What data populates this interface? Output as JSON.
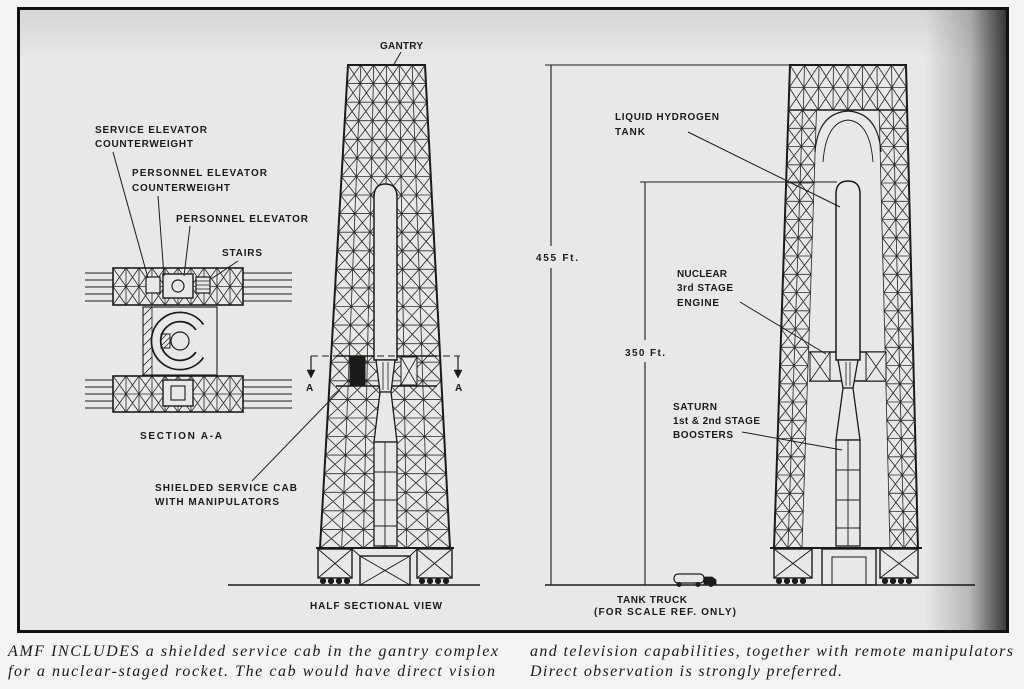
{
  "diagram": {
    "half_section": {
      "gantry_label": "GANTRY",
      "view_title": "HALF SECTIONAL VIEW",
      "section_marker_left": "A",
      "section_marker_right": "A",
      "cab_label": [
        "SHIELDED SERVICE CAB",
        "WITH MANIPULATORS"
      ]
    },
    "section_aa": {
      "title": "SECTION A-A",
      "service_elevator_counterweight": [
        "SERVICE ELEVATOR",
        "COUNTERWEIGHT"
      ],
      "personnel_elevator_counterweight": [
        "PERSONNEL ELEVATOR",
        "COUNTERWEIGHT"
      ],
      "personnel_elevator": "PERSONNEL ELEVATOR",
      "stairs": "STAIRS"
    },
    "elevation": {
      "overall_height": "455 Ft.",
      "vehicle_height": "350 Ft.",
      "hydrogen_tank": [
        "LIQUID HYDROGEN",
        "TANK"
      ],
      "nuclear_engine": [
        "NUCLEAR",
        "3rd STAGE",
        "ENGINE"
      ],
      "boosters": [
        "SATURN",
        "1st & 2nd STAGE",
        "BOOSTERS"
      ],
      "truck": [
        "TANK TRUCK",
        "(FOR SCALE REF. ONLY)"
      ]
    }
  },
  "caption": {
    "left": [
      "AMF INCLUDES a shielded service cab in the gantry complex",
      "for a nuclear-staged rocket. The cab would have direct vision"
    ],
    "right": [
      "and television capabilities, together with remote manipulators",
      "Direct observation is strongly preferred."
    ]
  },
  "colors": {
    "ink": "#1b1b1b",
    "paper": "#e8e8e6",
    "frame": "#111111",
    "page": "#f4f4f2"
  }
}
